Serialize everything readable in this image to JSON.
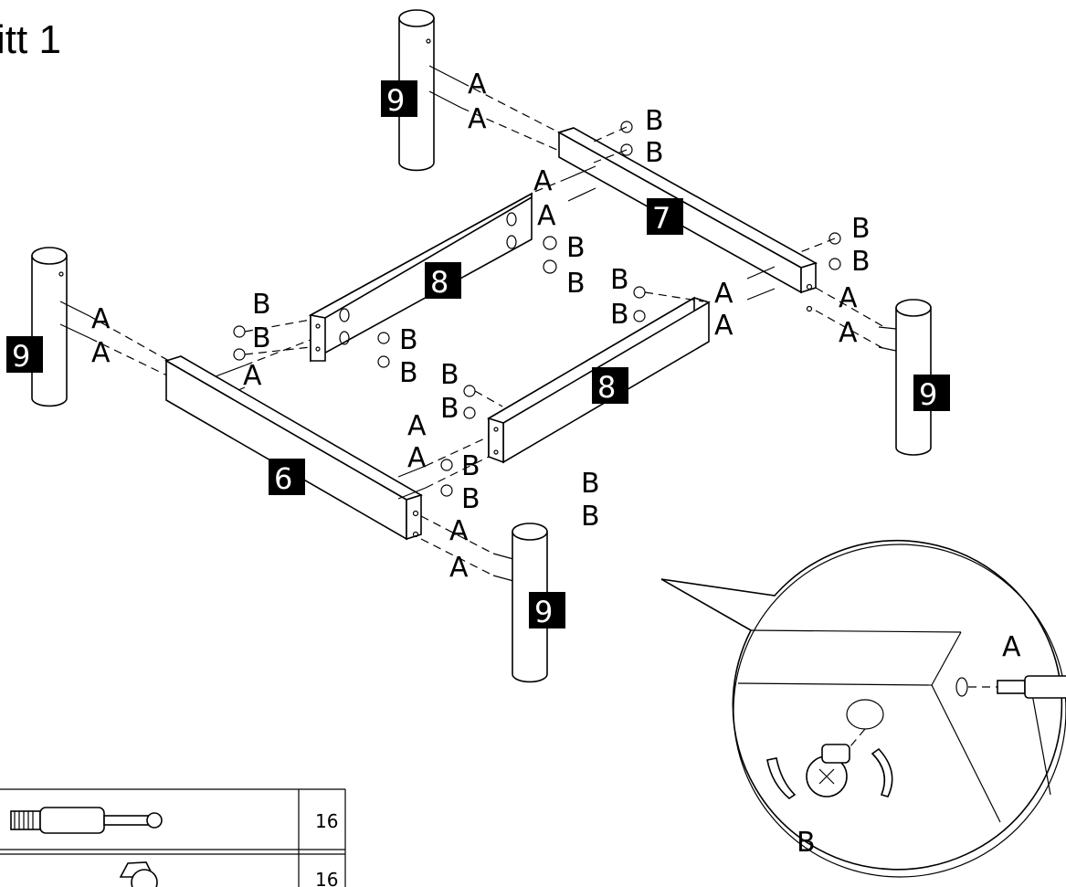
{
  "title": "itt 1",
  "part_labels": {
    "leg_top": "9",
    "leg_left": "9",
    "leg_right": "9",
    "leg_bottom": "9",
    "rail_7": "7",
    "rail_8_back": "8",
    "rail_8_front": "8",
    "rail_6": "6"
  },
  "fittings": {
    "dowel": "A",
    "cam": "B"
  },
  "parts_table": {
    "rows": [
      {
        "item": "A",
        "qty": "16"
      },
      {
        "item": "B",
        "qty": "16"
      }
    ]
  },
  "detail": {
    "dowel_label": "A",
    "cam_label": "B"
  }
}
